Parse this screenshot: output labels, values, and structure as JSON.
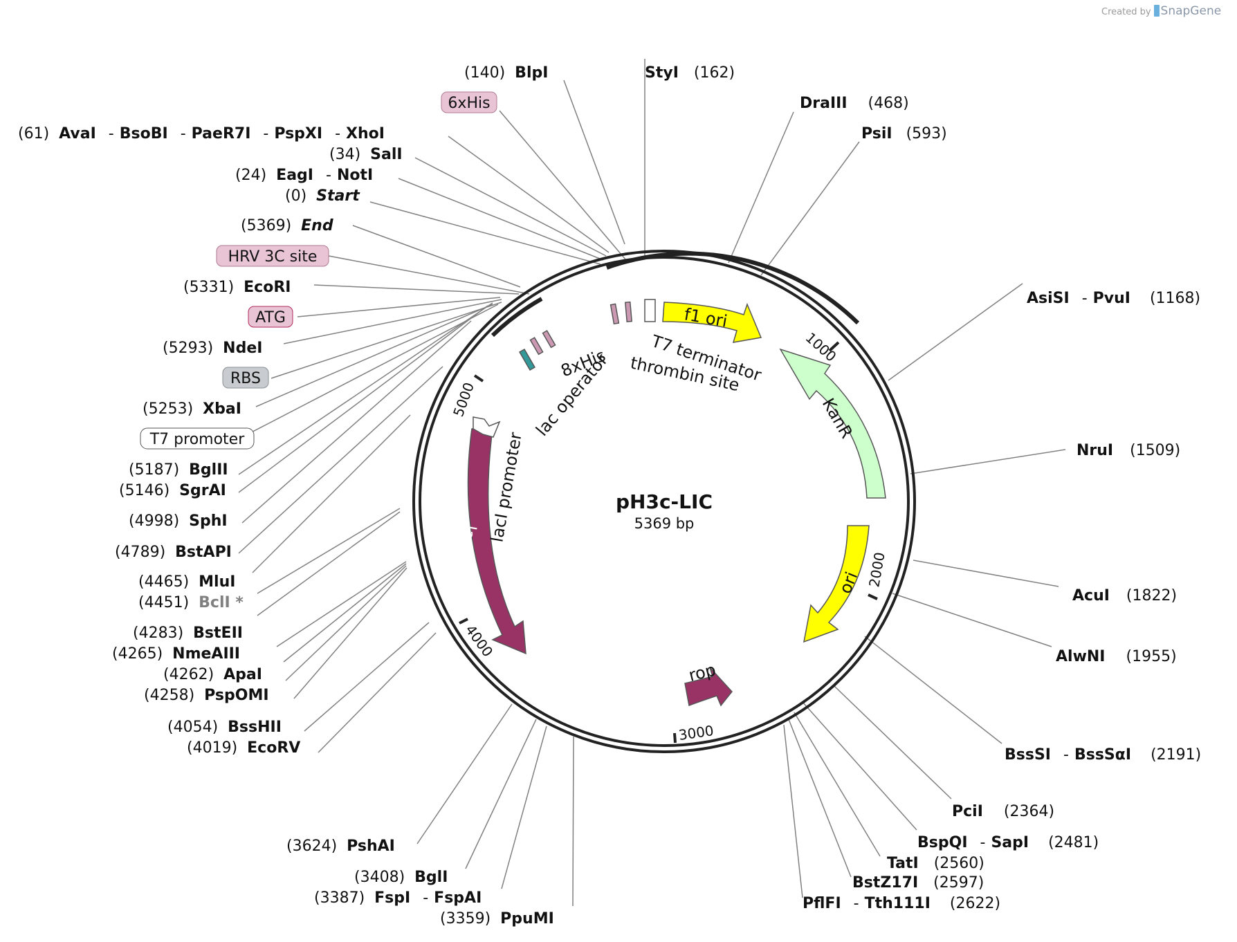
{
  "header": {
    "credit_prefix": "Created by",
    "credit_brand": "SnapGene"
  },
  "plasmid": {
    "name": "pH3c-LIC",
    "length_label": "5369 bp",
    "length": 5369
  },
  "ticks": [
    "1000",
    "2000",
    "3000",
    "4000",
    "5000"
  ],
  "features": [
    {
      "name": "f1 ori",
      "color": "#ffff00"
    },
    {
      "name": "KanR",
      "color": "#ccffcc"
    },
    {
      "name": "ori",
      "color": "#ffff00"
    },
    {
      "name": "rop",
      "color": "#993366"
    },
    {
      "name": "lacI",
      "color": "#993366"
    },
    {
      "name": "lacI promoter",
      "color": "#ffffff"
    },
    {
      "name": "lac operator",
      "color": "#339999"
    },
    {
      "name": "8xHis",
      "color": "#cc99b2"
    },
    {
      "name": "T7 terminator",
      "color": "#ffffff"
    },
    {
      "name": "thrombin site",
      "color": "#cc99b2"
    }
  ],
  "labels": {
    "blpi": {
      "pos": "(140)",
      "name": "BlpI"
    },
    "styi": {
      "pos": "(162)",
      "name": "StyI"
    },
    "sixhis": {
      "name": "6xHis"
    },
    "draiii": {
      "pos": "(468)",
      "name": "DraIII"
    },
    "psii": {
      "pos": "(593)",
      "name": "PsiI"
    },
    "avai_group": {
      "pos": "(61)",
      "n1": "AvaI",
      "n2": "BsoBI",
      "n3": "PaeR7I",
      "n4": "PspXI",
      "n5": "XhoI",
      "sep": "-"
    },
    "sali": {
      "pos": "(34)",
      "name": "SalI"
    },
    "eagi": {
      "pos": "(24)",
      "n1": "EagI",
      "n2": "NotI",
      "sep": "-"
    },
    "start": {
      "pos": "(0)",
      "name": "Start"
    },
    "end": {
      "pos": "(5369)",
      "name": "End"
    },
    "hrv": {
      "name": "HRV 3C site"
    },
    "ecori": {
      "pos": "(5331)",
      "name": "EcoRI"
    },
    "atg": {
      "name": "ATG"
    },
    "ndei": {
      "pos": "(5293)",
      "name": "NdeI"
    },
    "rbs": {
      "name": "RBS"
    },
    "xbai": {
      "pos": "(5253)",
      "name": "XbaI"
    },
    "t7prom": {
      "name": "T7 promoter"
    },
    "bglii": {
      "pos": "(5187)",
      "name": "BglII"
    },
    "sgrai": {
      "pos": "(5146)",
      "name": "SgrAI"
    },
    "sphi": {
      "pos": "(4998)",
      "name": "SphI"
    },
    "bstapi": {
      "pos": "(4789)",
      "name": "BstAPI"
    },
    "mlui": {
      "pos": "(4465)",
      "name": "MluI"
    },
    "bcli": {
      "pos": "(4451)",
      "name": "BclI *"
    },
    "bsteii": {
      "pos": "(4283)",
      "name": "BstEII"
    },
    "nmeaiii": {
      "pos": "(4265)",
      "name": "NmeAIII"
    },
    "apai": {
      "pos": "(4262)",
      "name": "ApaI"
    },
    "pspomi": {
      "pos": "(4258)",
      "name": "PspOMI"
    },
    "bsshii": {
      "pos": "(4054)",
      "name": "BssHII"
    },
    "ecorv": {
      "pos": "(4019)",
      "name": "EcoRV"
    },
    "pshai": {
      "pos": "(3624)",
      "name": "PshAI"
    },
    "bgli": {
      "pos": "(3408)",
      "name": "BglI"
    },
    "fspi": {
      "pos": "(3387)",
      "n1": "FspI",
      "n2": "FspAI",
      "sep": "-"
    },
    "ppumi": {
      "pos": "(3359)",
      "name": "PpuMI"
    },
    "asisi": {
      "n1": "AsiSI",
      "n2": "PvuI",
      "sep": "-",
      "pos": "(1168)"
    },
    "nrui": {
      "name": "NruI",
      "pos": "(1509)"
    },
    "acui": {
      "name": "AcuI",
      "pos": "(1822)"
    },
    "alwni": {
      "name": "AlwNI",
      "pos": "(1955)"
    },
    "bsssi": {
      "n1": "BssSI",
      "n2": "BssSαI",
      "sep": "-",
      "pos": "(2191)"
    },
    "pcii": {
      "name": "PciI",
      "pos": "(2364)"
    },
    "bspqi": {
      "n1": "BspQI",
      "n2": "SapI",
      "sep": "-",
      "pos": "(2481)"
    },
    "tati": {
      "name": "TatI",
      "pos": "(2560)"
    },
    "bstz17i": {
      "name": "BstZ17I",
      "pos": "(2597)"
    },
    "pflfi": {
      "n1": "PflFI",
      "n2": "Tth111I",
      "sep": "-",
      "pos": "(2622)"
    }
  }
}
